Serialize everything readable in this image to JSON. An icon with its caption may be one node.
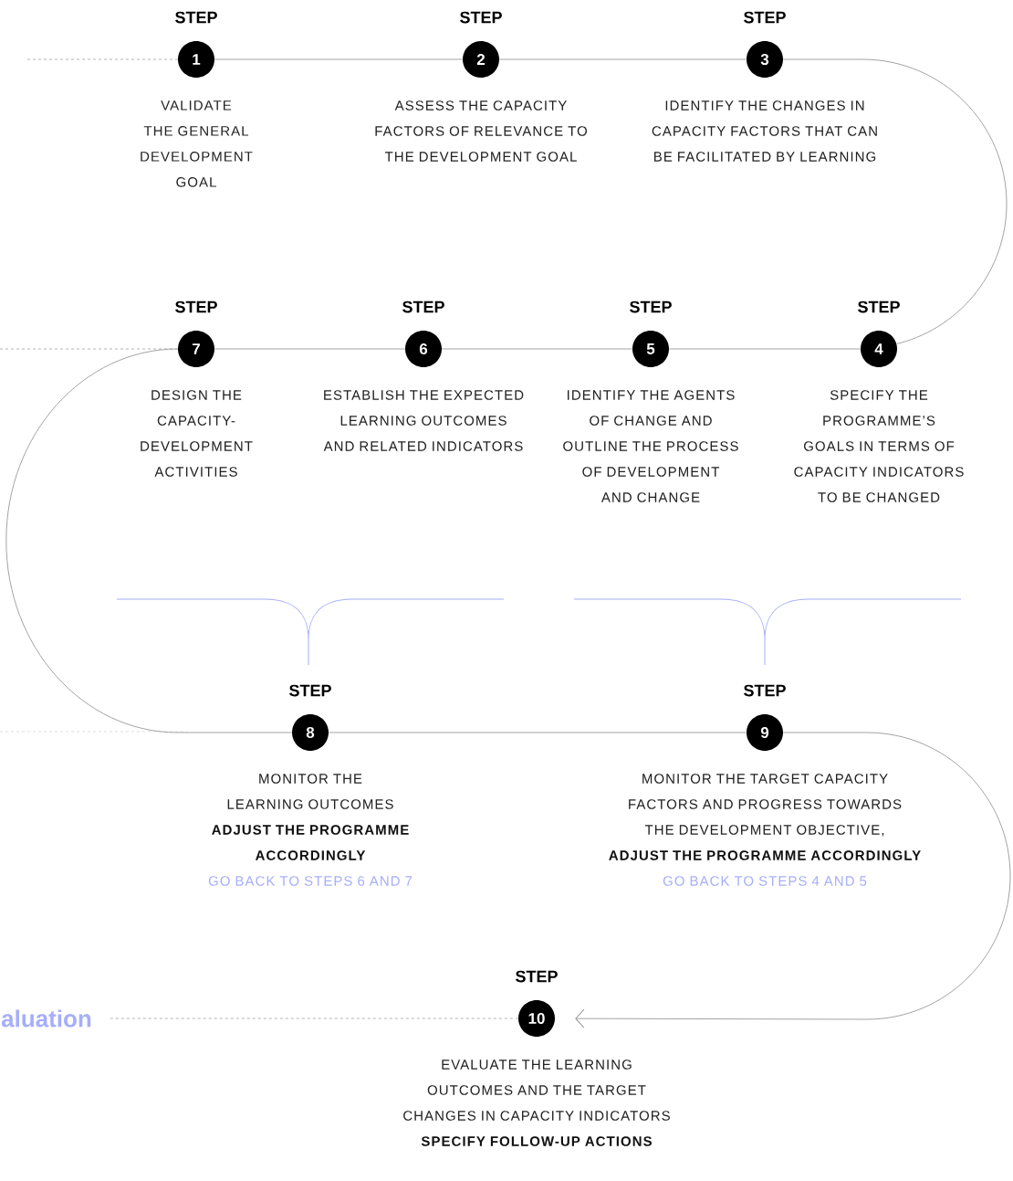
{
  "diagram": {
    "nodes": [
      {
        "text": [
          "STEP",
          "1"
        ],
        "beside": [
          "VALIDATE THE GENERAL DEVELOPMENT GOAL"
        ]
      },
      {
        "text": [
          "STEP",
          "2"
        ],
        "beside": [
          "ASSESS THE CAPACITY FACTORS OF RELEVANCE TO THE DEVELOPMENT GOAL"
        ]
      },
      {
        "text": [
          "STEP",
          "3"
        ],
        "beside": [
          "IDENTIFY THE CHANGES IN CAPACITY FACTORS THAT CAN BE FACILITATED BY LEARNING"
        ]
      },
      {
        "text": [
          "STEP",
          "4"
        ],
        "beside": [
          "SPECIFY THE PROGRAMME’S GOALS IN TERMS OF CAPACITY INDICATORS TO BE CHANGED"
        ]
      },
      {
        "text": [
          "STEP",
          "5"
        ],
        "beside": [
          "IDENTIFY THE AGENTS OF CHANGE AND OUTLINE THE PROCESS OF DEVELOPMENT AND CHANGE"
        ]
      },
      {
        "text": [
          "STEP",
          "6"
        ],
        "beside": [
          "ESTABLISH THE EXPECTED LEARNING OUTCOMES AND RELATED INDICATORS"
        ]
      },
      {
        "text": [
          "STEP",
          "7"
        ],
        "beside": [
          "DESIGN THE CAPACITY-DEVELOPMENT ACTIVITIES"
        ]
      },
      {
        "text": [
          "STEP",
          "8"
        ],
        "beside": [
          "MONITOR THE LEARNING OUTCOMES",
          "ADJUST THE PROGRAMME ACCORDINGLY",
          "GO BACK TO STEPS 6 AND 7"
        ]
      },
      {
        "text": [
          "STEP",
          "9"
        ],
        "beside": [
          "MONITOR THE TARGET CAPACITY FACTORS AND PROGRESS TOWARDS THE DEVELOPMENT OBJECTIVE,",
          "ADJUST THE PROGRAMME ACCORDINGLY",
          "GO BACK TO STEPS 4 AND 5"
        ]
      },
      {
        "text": [
          "STEP",
          "10"
        ],
        "beside": [
          "EVALUATE THE LEARNING OUTCOMES AND THE TARGET CHANGES IN CAPACITY INDICATORS",
          "SPECIFY FOLLOW-UP ACTIONS"
        ]
      },
      {
        "text": [
          "aluation"
        ]
      }
    ],
    "edges": [
      {
        "from": null,
        "to": 0,
        "arrow": "none",
        "style": "dashed"
      },
      {
        "from": 0,
        "to": 1,
        "arrow": "none"
      },
      {
        "from": 1,
        "to": 2,
        "arrow": "none"
      },
      {
        "from": 2,
        "to": 3,
        "arrow": "none"
      },
      {
        "from": 3,
        "to": 4,
        "arrow": "none"
      },
      {
        "from": 4,
        "to": 5,
        "arrow": "none"
      },
      {
        "from": 5,
        "to": 6,
        "arrow": "none"
      },
      {
        "from": null,
        "to": 6,
        "arrow": "none",
        "style": "dashed"
      },
      {
        "from": 6,
        "to": 7,
        "arrow": "none"
      },
      {
        "from": 7,
        "to": 8,
        "arrow": "none"
      },
      {
        "from": 8,
        "to": 9,
        "arrow": "to"
      },
      {
        "from": 9,
        "to": 10,
        "arrow": "none",
        "style": "dashed"
      }
    ]
  }
}
